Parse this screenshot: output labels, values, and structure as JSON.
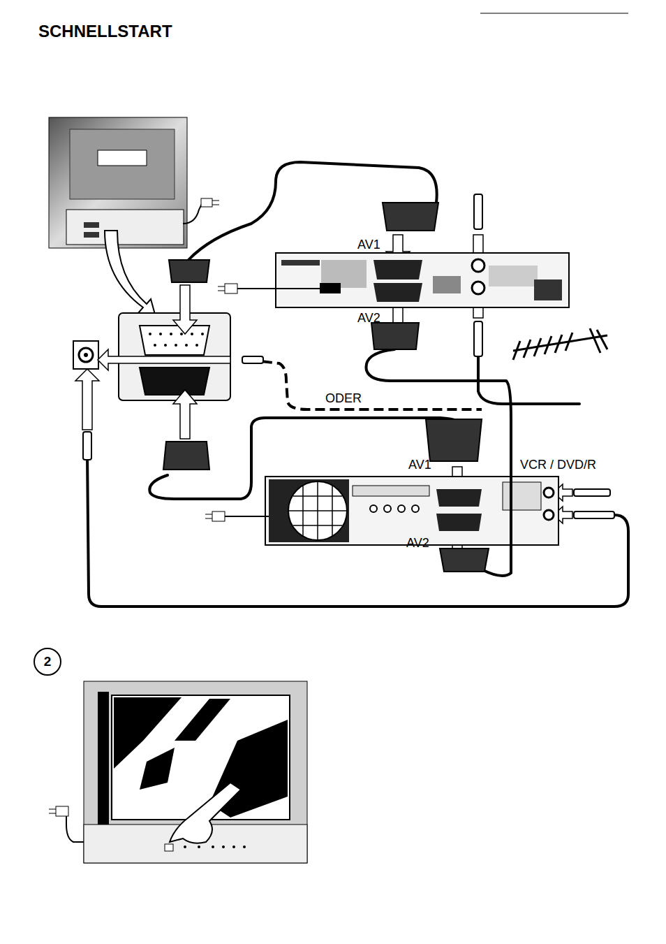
{
  "diagram": {
    "title": "SCHNELLSTART",
    "nodes": [
      {
        "text": [
          "2"
        ]
      }
    ],
    "labels": [
      "AV1",
      "AV2",
      "ODER",
      "AV1",
      "AV2",
      "VCR / DVD/R"
    ]
  }
}
